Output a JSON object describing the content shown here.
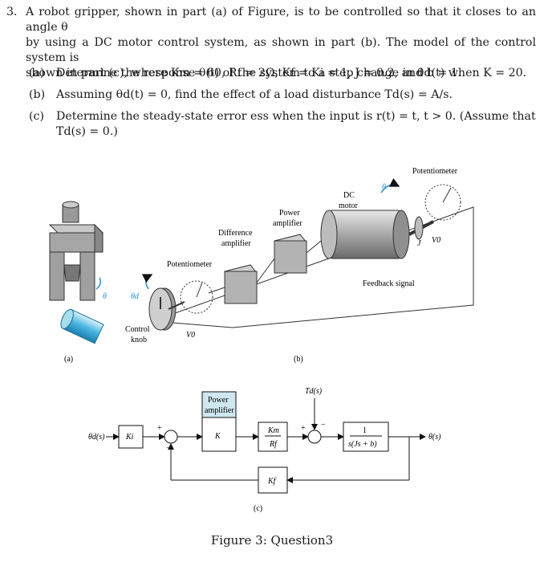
{
  "problem": {
    "number": "3.",
    "line1": "A robot gripper, shown in part (a) of Figure, is to be controlled so that it closes to an angle θ",
    "line2": "by using a DC motor control system, as shown in part (b). The model of the control system is",
    "line3": "shown in part (c), where Km = 60, Rf = 2Ω, Kf = Ki = 1, J = 0.2, and b = 1."
  },
  "parts": [
    {
      "label": "(a)",
      "text": "Determine the response θ(t) of the system to a step change in θd(t) when K = 20."
    },
    {
      "label": "(b)",
      "text": "Assuming θd(t) = 0, find the effect of a load disturbance Td(s) = A/s."
    },
    {
      "label": "(c)",
      "text": "Determine the steady-state error ess when the input is r(t) = t, t > 0.  (Assume that",
      "text2": "Td(s) = 0.)"
    }
  ],
  "figure": {
    "labels_b": {
      "potentiometer_top": "Potentiometer",
      "dc_motor_1": "DC",
      "dc_motor_2": "motor",
      "power_amp_1": "Power",
      "power_amp_2": "amplifier",
      "diff_amp_1": "Difference",
      "diff_amp_2": "amplifier",
      "potentiometer_left": "Potentiometer",
      "feedback": "Feedback signal",
      "control_1": "Control",
      "control_2": "knob",
      "theta_d": "θd",
      "theta": "θ",
      "v0": "V0",
      "j": "J"
    },
    "part_a": "(a)",
    "part_b": "(b)",
    "part_c": "(c)",
    "block": {
      "input": "θd(s)",
      "output": "θ(s)",
      "ki": "Ki",
      "power_amp_1": "Power",
      "power_amp_2": "amplifier",
      "k": "K",
      "km": "Km",
      "rf": "Rf",
      "disturbance": "Td(s)",
      "plant_num": "1",
      "plant_den": "s(Js + b)",
      "kf": "Kf",
      "plus1": "+",
      "minus1": "−",
      "plus2": "+",
      "minus2": "−"
    },
    "colors": {
      "block_fill": "#cfe8f0",
      "accent": "#2a8fc9",
      "metal": "#b8b8b8"
    }
  },
  "caption": "Figure 3: Question3"
}
